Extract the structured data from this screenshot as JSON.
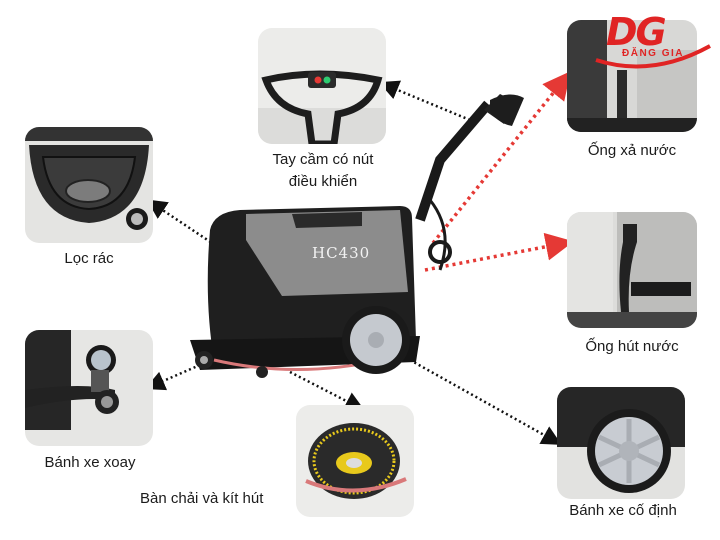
{
  "brand": {
    "logo_text": "DG",
    "name": "ĐĂNG GIA",
    "color": "#e02424"
  },
  "machine": {
    "model": "HC430",
    "body_color": "#8a8a8a",
    "base_color": "#1c1c1c"
  },
  "callouts": [
    {
      "id": "handle",
      "label_line1": "Tay cầm có nút",
      "label_line2": "điều khiển",
      "connector": "black-dotted"
    },
    {
      "id": "debris-filter",
      "label": "Lọc rác",
      "connector": "black-dotted"
    },
    {
      "id": "drain-hose",
      "label": "Ống xả nước",
      "connector": "red-dotted"
    },
    {
      "id": "suction-hose",
      "label": "Ống hút nước",
      "connector": "red-dotted"
    },
    {
      "id": "swivel-wheel",
      "label": "Bánh xe xoay",
      "connector": "black-dotted"
    },
    {
      "id": "brush-squeegee",
      "label": "Bàn chải và kít hút",
      "connector": "black-dotted"
    },
    {
      "id": "fixed-wheel",
      "label": "Bánh xe cố định",
      "connector": "black-dotted"
    }
  ],
  "colors": {
    "connector_black": "#111111",
    "connector_red": "#e53935",
    "brush_yellow": "#e8c91c"
  }
}
